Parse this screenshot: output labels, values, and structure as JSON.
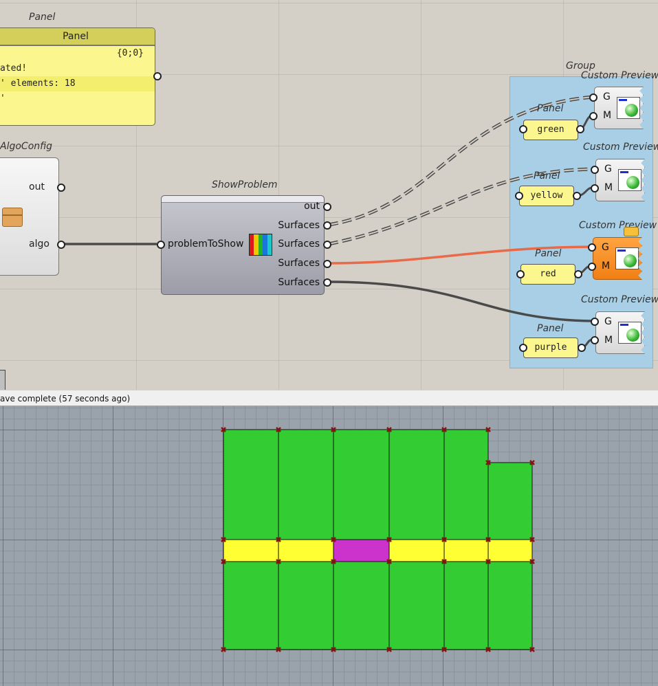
{
  "canvas": {
    "panel": {
      "label": "Panel",
      "header": "Panel",
      "path": "{0;0}",
      "lines": [
        "ated!",
        "' elements: 18",
        "'"
      ]
    },
    "algo_config": {
      "label": "AlgoConfig",
      "outputs": [
        "out",
        "algo"
      ]
    },
    "show_problem": {
      "label": "ShowProblem",
      "input": "problemToShow",
      "outputs": [
        "out",
        "Surfaces",
        "Surfaces",
        "Surfaces",
        "Surfaces"
      ],
      "icon_colors": [
        "#e01818",
        "#f0c800",
        "#24b028",
        "#1878d8",
        "#1cc8c8"
      ]
    },
    "group": {
      "label": "Group",
      "previews": [
        {
          "label": "Custom Preview",
          "g": "G",
          "m": "M",
          "panel_label": "Panel",
          "panel_value": "green",
          "selected": false
        },
        {
          "label": "Custom Preview",
          "g": "G",
          "m": "M",
          "panel_label": "Panel",
          "panel_value": "yellow",
          "selected": false
        },
        {
          "label": "Custom Preview",
          "g": "G",
          "m": "M",
          "panel_label": "Panel",
          "panel_value": "red",
          "selected": true
        },
        {
          "label": "Custom Preview",
          "g": "G",
          "m": "M",
          "panel_label": "Panel",
          "panel_value": "purple",
          "selected": false
        }
      ]
    },
    "colors": {
      "selected_wire": "#e86a48",
      "selected_component": "#f38a22",
      "group_fill": "#a8cfe6",
      "panel_fill": "#fbf68d"
    }
  },
  "status_bar": {
    "text": "ave complete (57 seconds ago)"
  },
  "viewport": {
    "colors": {
      "room": "#33cc33",
      "corridor": "#ffff33",
      "highlight": "#cc33cc",
      "vertex": "#8b1010"
    },
    "layout_grid": {
      "top_row_cells": 6,
      "corridor_cells": 6,
      "highlight_cell_index": 2,
      "bottom_row_cells": 6
    }
  }
}
